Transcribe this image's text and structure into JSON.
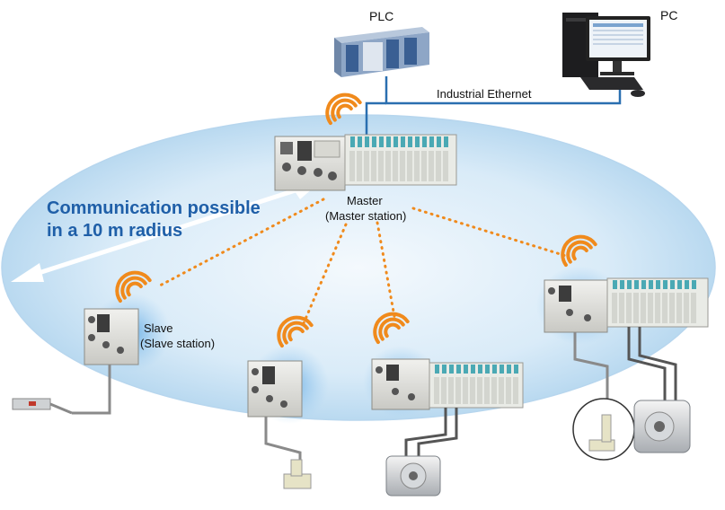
{
  "labels": {
    "plc": "PLC",
    "pc": "PC",
    "network": "Industrial Ethernet",
    "headline_line1": "Communication possible",
    "headline_line2": "in a 10 m radius",
    "master": "Master",
    "master_sub": "(Master station)",
    "slave": "Slave",
    "slave_sub": "(Slave station)"
  },
  "colors": {
    "zone_fill": "#d4e9f7",
    "zone_edge": "#b7d6ee",
    "link": "#f08a1c",
    "ethernet": "#2a6fb0",
    "headline": "#1f5fa8",
    "wifi": "#f08a1c"
  }
}
